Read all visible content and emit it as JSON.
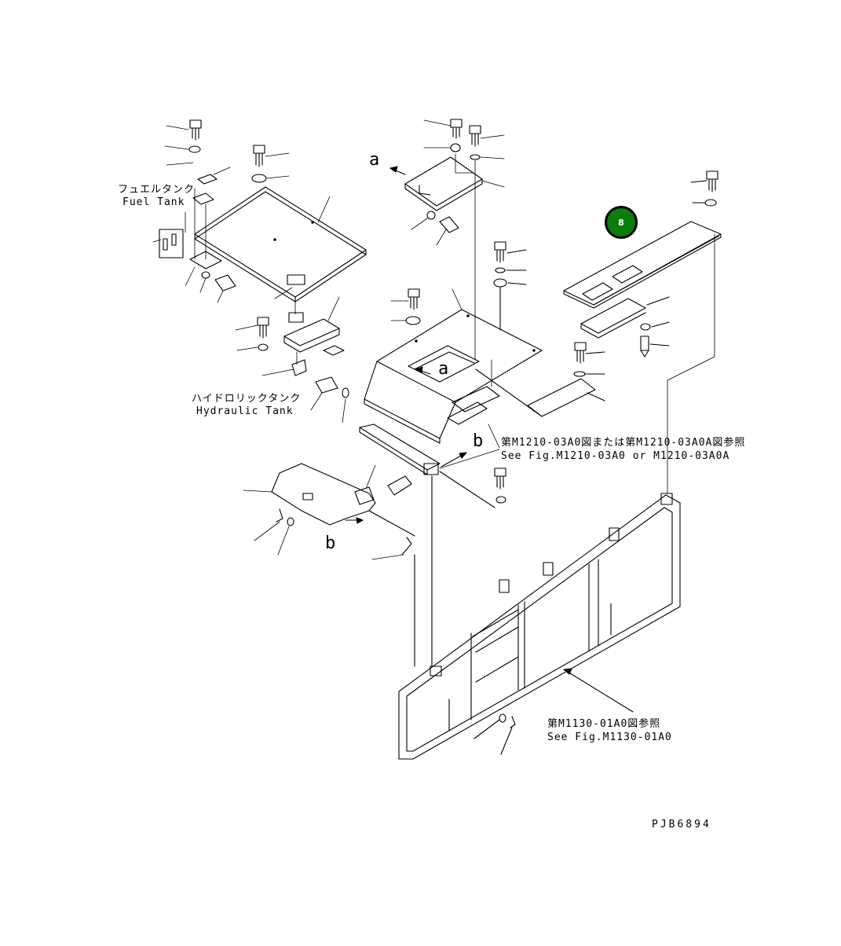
{
  "labels": {
    "fuel_tank_jp": "フュエルタンク",
    "fuel_tank_en": "Fuel Tank",
    "hydraulic_tank_jp": "ハイドロリックタンク",
    "hydraulic_tank_en": "Hydraulic Tank",
    "ref_m1210_jp": "第M1210-03A0図または第M1210-03A0A図参照",
    "ref_m1210_en": "See Fig.M1210-03A0 or M1210-03A0A",
    "ref_m1130_jp": "第M1130-01A0図参照",
    "ref_m1130_en": "See Fig.M1130-01A0",
    "view_a_top": "a",
    "view_a_mid": "a",
    "view_b_mid": "b",
    "view_b_low": "b",
    "drawing_number": "PJB6894"
  },
  "callout": {
    "number": "8",
    "color": "#0a7d0a"
  }
}
